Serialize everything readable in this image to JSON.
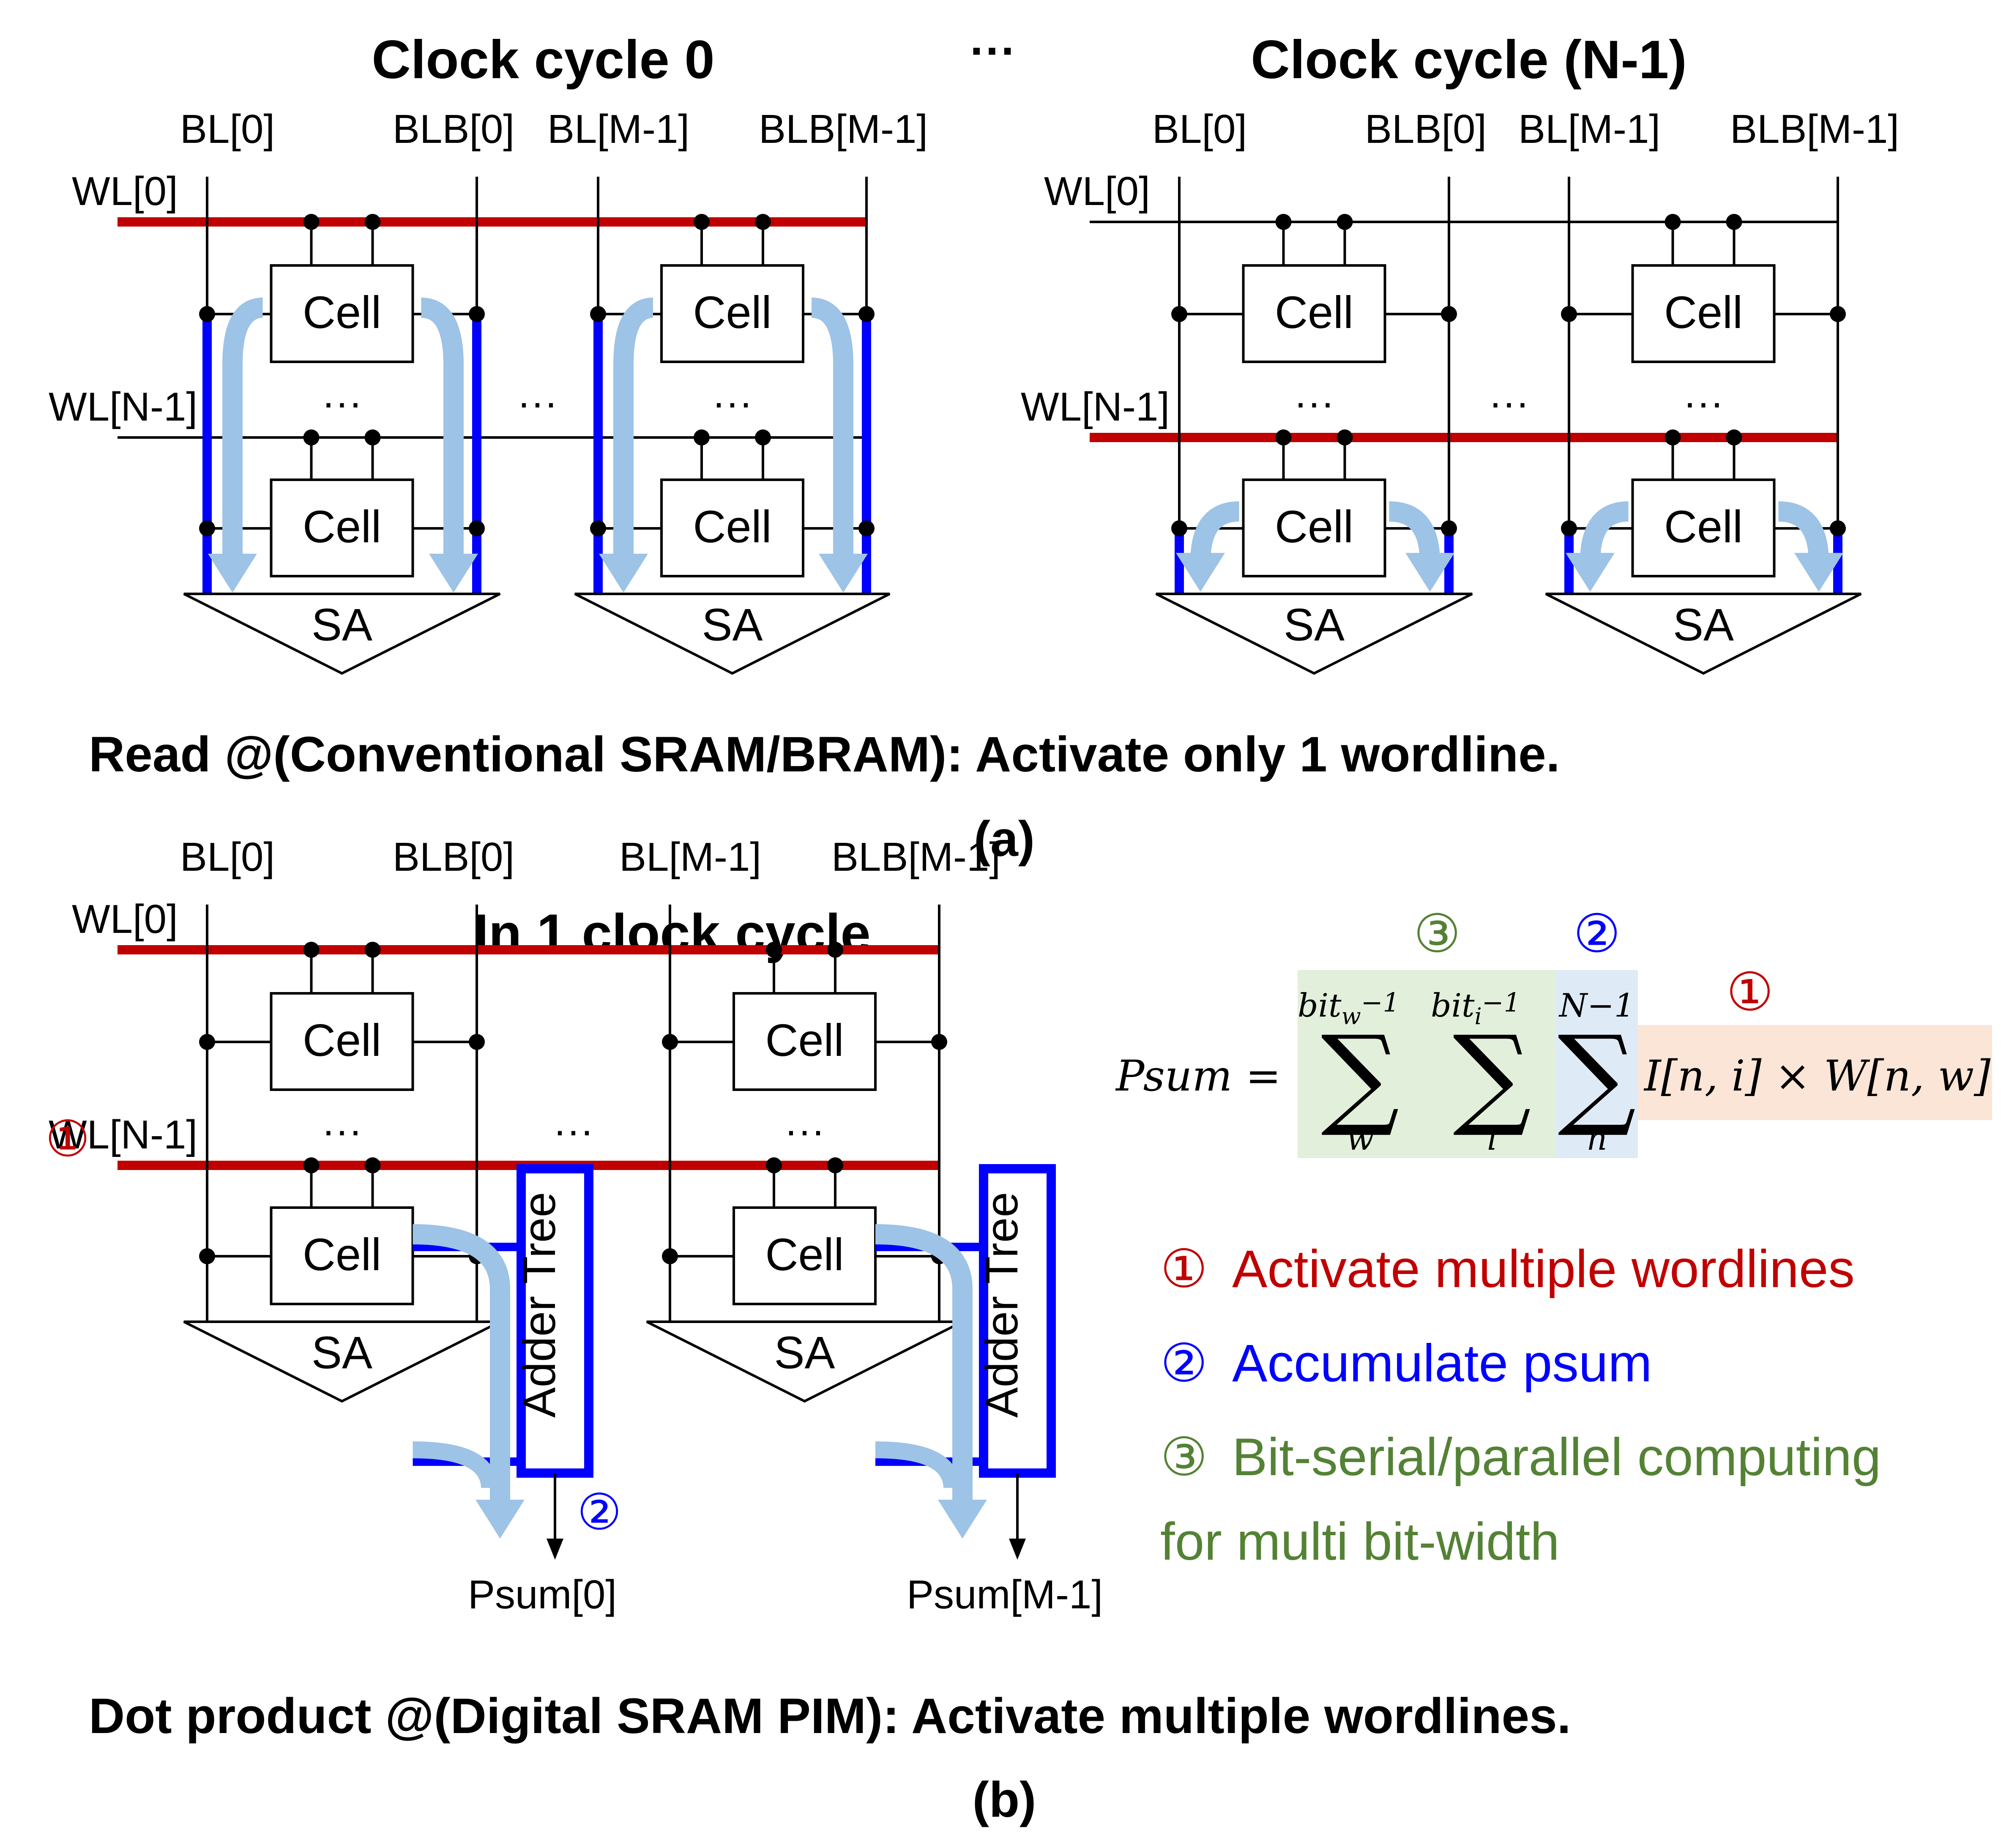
{
  "panel_a": {
    "title_left": "Clock cycle 0",
    "title_dots": "···",
    "title_right": "Clock cycle (N-1)",
    "bitlines": [
      "BL[0]",
      "BLB[0]",
      "BL[M-1]",
      "BLB[M-1]"
    ],
    "wordlines": [
      "WL[0]",
      "WL[N-1]"
    ],
    "cell_label": "Cell",
    "sa_label": "SA",
    "dots": "···",
    "caption": "Read @(Conventional SRAM/BRAM): Activate only 1 wordline.",
    "tag": "(a)"
  },
  "panel_b": {
    "title": "In 1 clock cycle",
    "bitlines": [
      "BL[0]",
      "BLB[0]",
      "BL[M-1]",
      "BLB[M-1]"
    ],
    "wordlines": [
      "WL[0]",
      "WL[N-1]"
    ],
    "cell_label": "Cell",
    "sa_label": "SA",
    "adder_label": "Adder Tree",
    "outputs": [
      "Psum[0]",
      "Psum[M-1]"
    ],
    "dots": "···",
    "marker_1": "①",
    "marker_2": "②",
    "marker_3": "③",
    "equation": {
      "lhs": "Psum =",
      "sum_w_upper": "bit",
      "sum_w_upper_sub": "w",
      "sum_w_upper_tail": "−1",
      "sum_w_lower": "w",
      "sum_i_upper": "bit",
      "sum_i_upper_sub": "i",
      "sum_i_upper_tail": "−1",
      "sum_i_lower": "i",
      "sum_n_upper": "N−1",
      "sum_n_lower": "n",
      "sigma": "∑",
      "term": "I[n, i] × W[n, w]"
    },
    "legend": [
      {
        "marker": "①",
        "text": "Activate multiple wordlines",
        "color": "#c00000"
      },
      {
        "marker": "②",
        "text": "Accumulate psum",
        "color": "#0000ff"
      },
      {
        "marker": "③",
        "text": "Bit-serial/parallel computing",
        "color": "#548235"
      }
    ],
    "legend_cont": "for multi bit-width",
    "caption": "Dot product @(Digital SRAM PIM): Activate multiple wordlines.",
    "tag": "(b)"
  },
  "colors": {
    "active_wordline": "#c00000",
    "active_bitline": "#0000ff",
    "current_arrow": "#9dc3e6",
    "marker_red": "#c00000",
    "marker_blue": "#0000ff",
    "marker_green": "#548235",
    "highlight_green": "#e2efda",
    "highlight_blue": "#deebf7",
    "highlight_orange": "#fbe5d6"
  }
}
